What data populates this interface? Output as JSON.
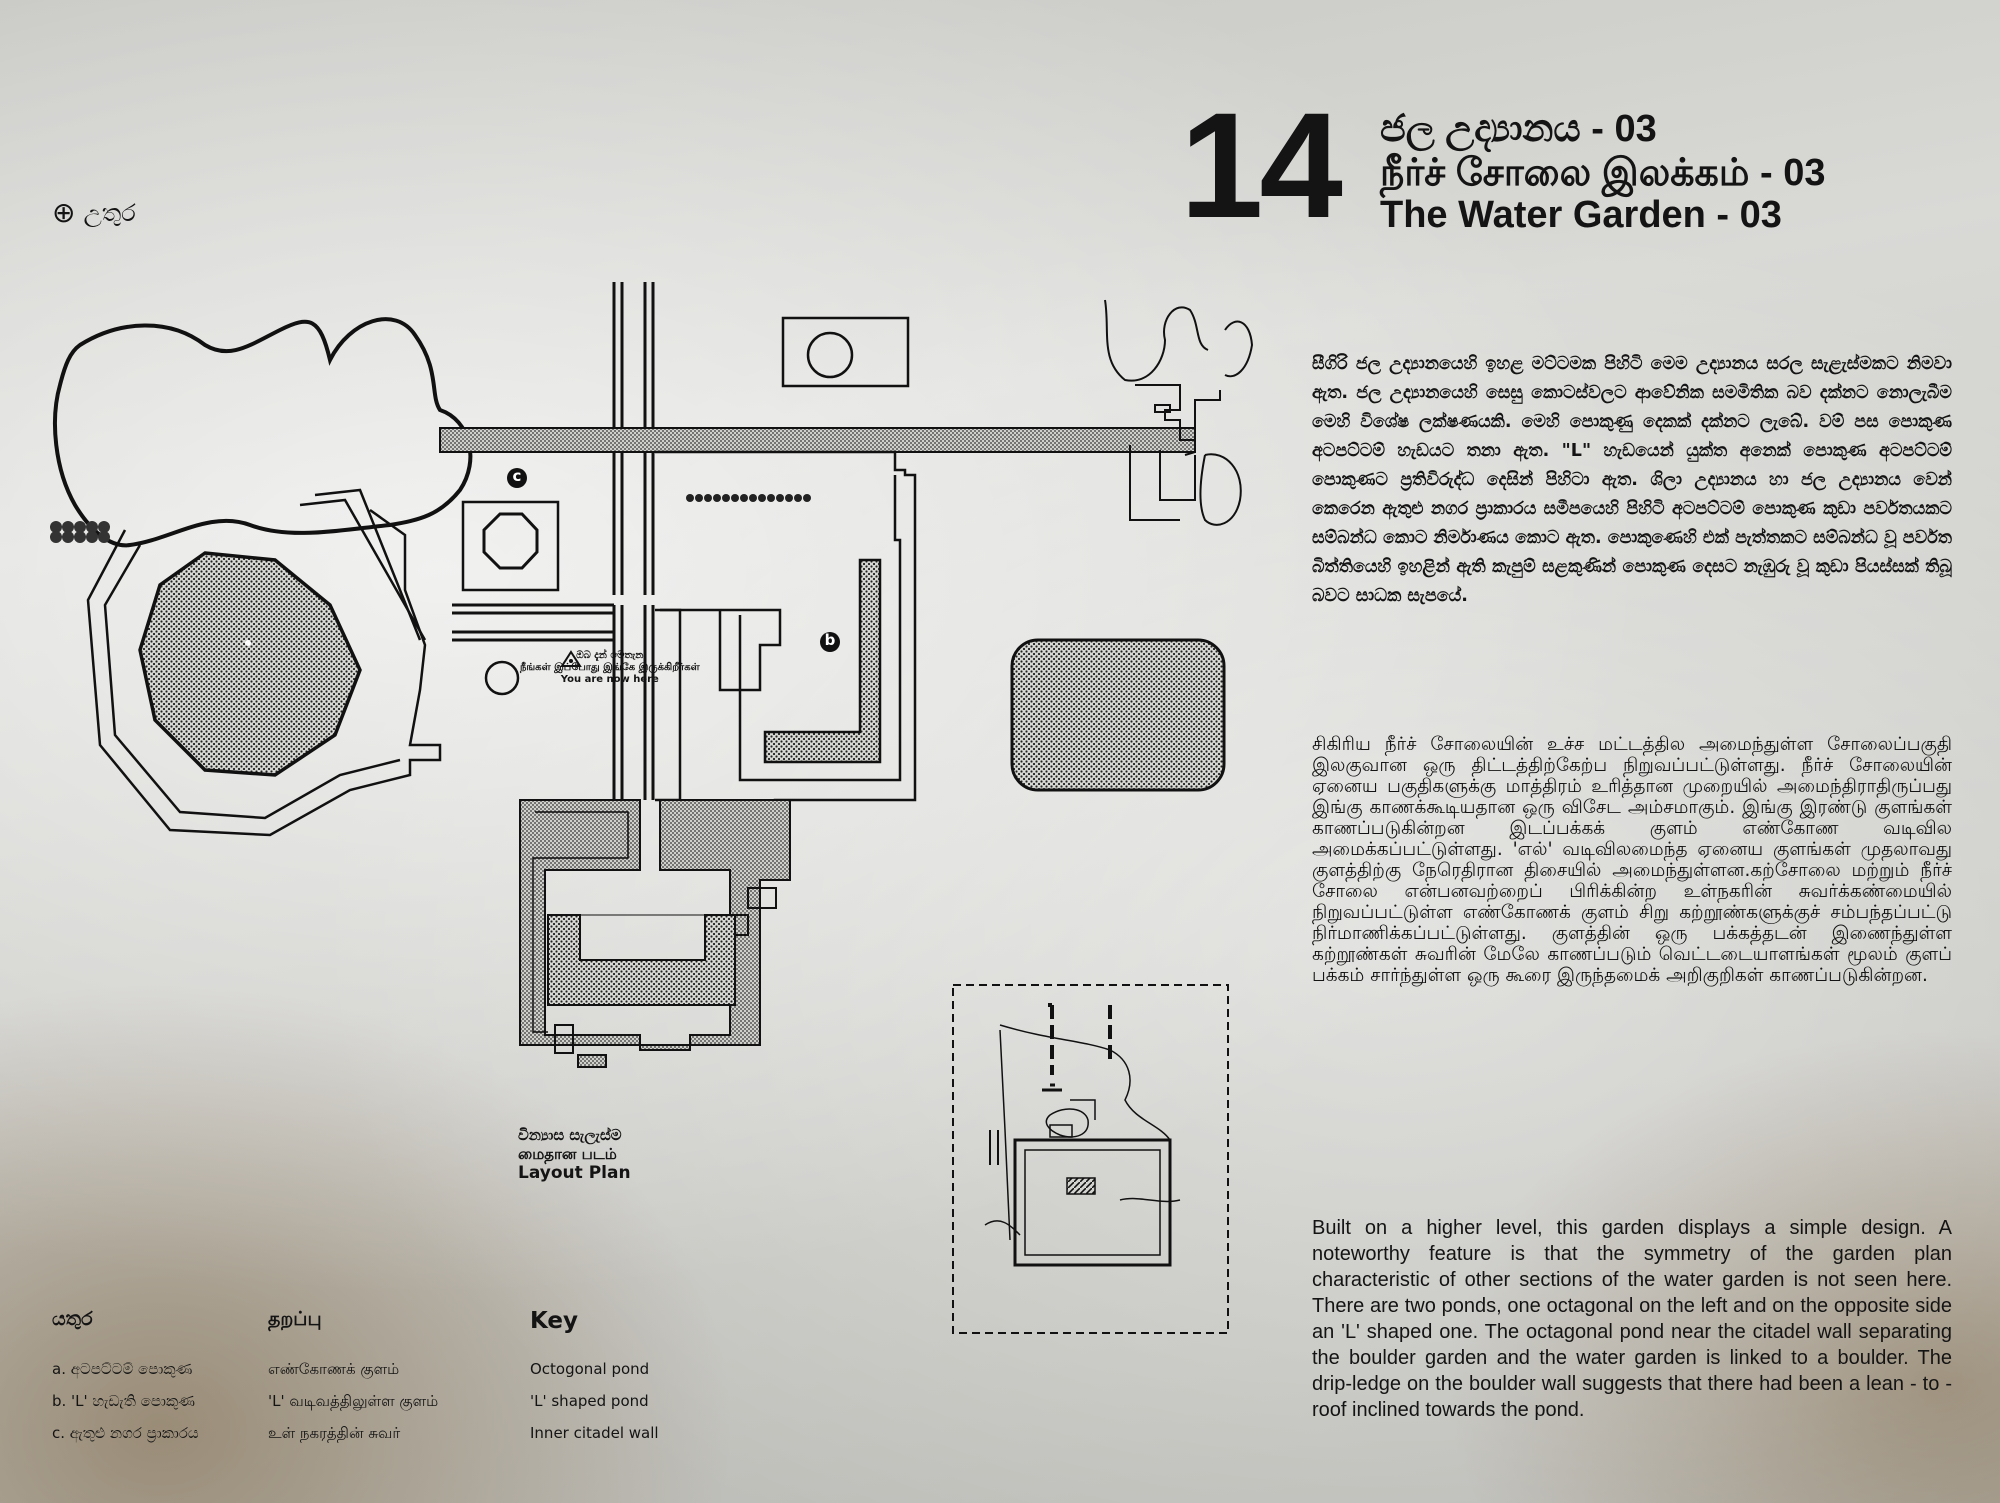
{
  "plate": {
    "number": "14",
    "title_si": "ජල උද්‍යානය - 03",
    "title_ta": "நீர்ச் சோலை இலக்கம் - 03",
    "title_en": "The Water Garden - 03"
  },
  "north": {
    "icon": "north-arrow-icon",
    "label": "උතුර"
  },
  "description": {
    "si": "සීගිරි ජල උද්‍යානයෙහි ඉහළ මට්ටමක පිහිටි මෙම උද්‍යානය සරල සැළැස්මකට නිමවා ඇත. ජල උද්‍යානයෙහි සෙසු කොටස්වලට ආවේනික සමමිතික බව දක්නට නොලැබීම මෙහි විශේෂ ලක්ෂණයකි. මෙහි පොකුණු දෙකක් දක්නට ලැබේ. වම් පස පොකුණ අටපට්ටම් හැඩයට තනා ඇත. \"L\" හැඩයෙන් යුක්ත අනෙක් පොකුණ අටපට්ටම් පොකුණට ප්‍රතිවිරුද්ධ දෙසින් පිහිටා ඇත. ශිලා උද්‍යානය හා ජල උද්‍යානය වෙන් කෙරෙන ඇතුළු නගර ප්‍රාකාරය සමීපයෙහි පිහිටි අටපට්ටම් පොකුණ කුඩා පර්වතයකට සම්බන්ධ කොට නිර්මාණය කොට ඇත. පොකුණෙහි එක් පැත්තකට සම්බන්ධ වූ පර්වත බිත්තියෙහි ඉහළින් ඇති කැපුම් සළකුණින් පොකුණ දෙසට නැඹුරු වූ කුඩා පියස්සක් තිබූ බවට සාධක සැපයේ.",
    "ta": "சிகிரிய நீர்ச் சோலையின் உச்ச மட்டத்தில அமைந்துள்ள சோலைப்பகுதி இலகுவான ஒரு திட்டத்திற்கேற்ப நிறுவப்பட்டுள்ளது. நீர்ச் சோலையின் ஏனைய பகுதிகளுக்கு மாத்திரம் உரித்தான முறையில் அமைந்திராதிருப்பது இங்கு காணக்கூடியதான ஒரு விசேட அம்சமாகும். இங்கு இரண்டு குளங்கள் காணப்படுகின்றன இடப்பக்கக் குளம் எண்கோண வடிவில அமைக்கப்பட்டுள்ளது. 'எல்' வடிவிலமைந்த ஏனைய குளங்கள் முதலாவது குளத்திற்கு நேரெதிரான திசையில் அமைந்துள்ளன.கற்சோலை மற்றும் நீர்ச் சோலை என்பனவற்றைப் பிரிக்கின்ற உள்நகரின் சுவர்க்கண்மையில் நிறுவப்பட்டுள்ள எண்கோணக் குளம் சிறு கற்றூண்களுக்குச் சம்பந்தப்பட்டு நிர்மாணிக்கப்பட்டுள்ளது. குளத்தின் ஒரு பக்கத்தடன் இணைந்துள்ள கற்றூண்கள் சுவரின் மேலே காணப்படும் வெட்டடையாளங்கள் மூலம் குளப் பக்கம் சார்ந்துள்ள ஒரு கூரை இருந்தமைக் அறிகுறிகள் காணப்படுகின்றன.",
    "en": "Built on a higher level, this garden displays a simple design. A noteworthy feature is that the symmetry of the garden plan characteristic of other sections of the water garden is not seen here. There are two ponds, one octagonal on the left and on the opposite side an 'L' shaped one. The octagonal pond near the citadel wall separating the boulder garden and the water garden is linked to a boulder. The drip-ledge on the boulder wall suggests that there had been a lean - to - roof inclined towards the pond."
  },
  "layout_plan": {
    "label_si": "වින්‍යාස සැලැස්ම",
    "label_ta": "மைதான படம்",
    "label_en": "Layout Plan"
  },
  "you_are_here": {
    "si": "ඔබ දැන් මෙතැන",
    "ta": "நீங்கள் இப்போது இங்கே இருக்கிறீர்கள்",
    "en": "You are now here"
  },
  "markers": {
    "b": "b",
    "c": "c"
  },
  "key": {
    "head_si": "යතුර",
    "head_ta": "தறப்பு",
    "head_en": "Key",
    "rows": [
      {
        "si": "a. අටපට්ටම් පොකුණ",
        "ta": "எண்கோணக் குளம்",
        "en": "Octogonal pond"
      },
      {
        "si": "b. 'L' හැඩැති පොකුණ",
        "ta": "'L' வடிவத்திலுள்ள குளம்",
        "en": "'L' shaped pond"
      },
      {
        "si": "c. ඇතුළු නගර ප්‍රාකාරය",
        "ta": "உள் நகரத்தின் சுவர்",
        "en": "Inner citadel wall"
      }
    ]
  }
}
